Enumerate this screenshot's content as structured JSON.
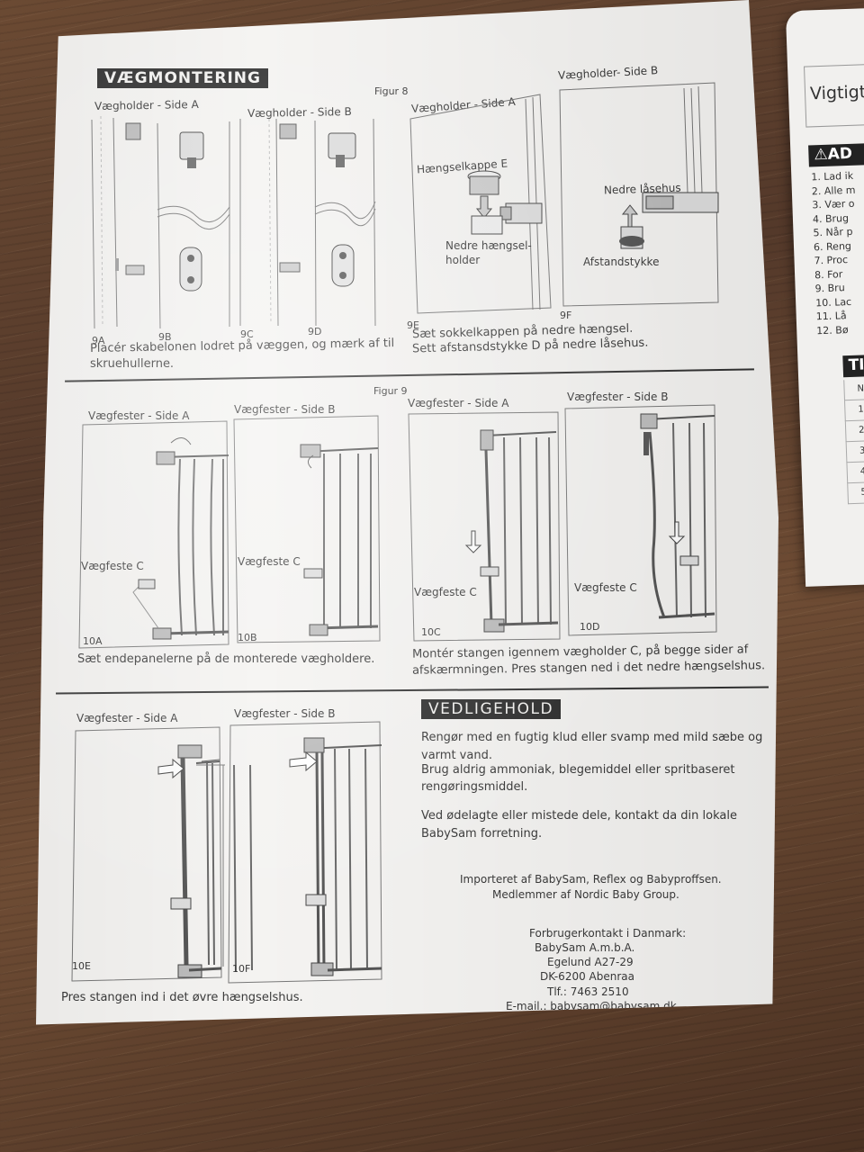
{
  "sheet2": {
    "title": "Vigtigt",
    "warning": "AD",
    "list": [
      "1. Lad ik",
      "2. Alle m",
      "3. Vær o",
      "4. Brug",
      "5. Når p",
      "6. Reng",
      "7. Proc",
      "8. For",
      "9. Bru",
      "10. Lac",
      "11. Lå",
      "12. Bø"
    ],
    "ti": "TI",
    "table_first": "N",
    "table_rows": [
      "1",
      "2",
      "3",
      "4",
      "5"
    ]
  },
  "section1": {
    "header": "VÆGMONTERING",
    "figure": "Figur 8",
    "labels": {
      "holder_a": "Vægholder - Side A",
      "holder_b": "Vægholder - Side B",
      "holder_a2": "Vægholder - Side A",
      "holder_b2": "Vægholder- Side B",
      "cap": "Hængselkappe E",
      "lower_holder_1": "Nedre hængsel-",
      "lower_holder_2": "holder",
      "lower_lock": "Nedre låsehus",
      "spacer": "Afstandstykke"
    },
    "figs": {
      "a": "9A",
      "b": "9B",
      "c": "9C",
      "d": "9D",
      "e": "9E",
      "f": "9F"
    },
    "caption_left_1": "Placér skabelonen lodret på væggen, og mærk af til",
    "caption_left_2": "skruehullerne.",
    "caption_right_1": "Sæt sokkelkappen på nedre hængsel.",
    "caption_right_2": "Sett afstansdstykke D på nedre låsehus."
  },
  "section2": {
    "figure": "Figur 9",
    "labels": {
      "a": "Vægfester - Side A",
      "b": "Vægfester - Side B",
      "c": "Vægfester - Side A",
      "d": "Vægfester - Side B",
      "mount": "Vægfeste C"
    },
    "figs": {
      "a": "10A",
      "b": "10B",
      "c": "10C",
      "d": "10D"
    },
    "caption_left": "Sæt endepanelerne på de monterede vægholdere.",
    "caption_right_1": "Montér stangen igennem vægholder C, på begge sider af",
    "caption_right_2": "afskærmningen. Pres stangen ned i det nedre hængselshus."
  },
  "section3": {
    "labels": {
      "a": "Vægfester - Side A",
      "b": "Vægfester - Side B"
    },
    "figs": {
      "e": "10E",
      "f": "10F"
    },
    "caption": "Pres stangen ind i det øvre hængselshus."
  },
  "maintenance": {
    "header": "VEDLIGEHOLD",
    "p1": [
      "Rengør med en fugtig klud eller svamp med mild sæbe og",
      "varmt vand.",
      "Brug aldrig ammoniak, blegemiddel eller spritbaseret",
      "rengøringsmiddel."
    ],
    "p2": [
      "Ved ødelagte eller mistede dele, kontakt da din lokale",
      "BabySam forretning."
    ],
    "importer": [
      "Importeret af BabySam, Reflex og Babyproffsen.",
      "Medlemmer af Nordic Baby Group."
    ],
    "contact": [
      "Forbrugerkontakt i Danmark:",
      "BabySam A.m.b.A.",
      "Egelund A27-29",
      "DK-6200 Abenraa",
      "Tlf.: 7463 2510",
      "E-mail.: babysam@babysam.dk"
    ]
  }
}
